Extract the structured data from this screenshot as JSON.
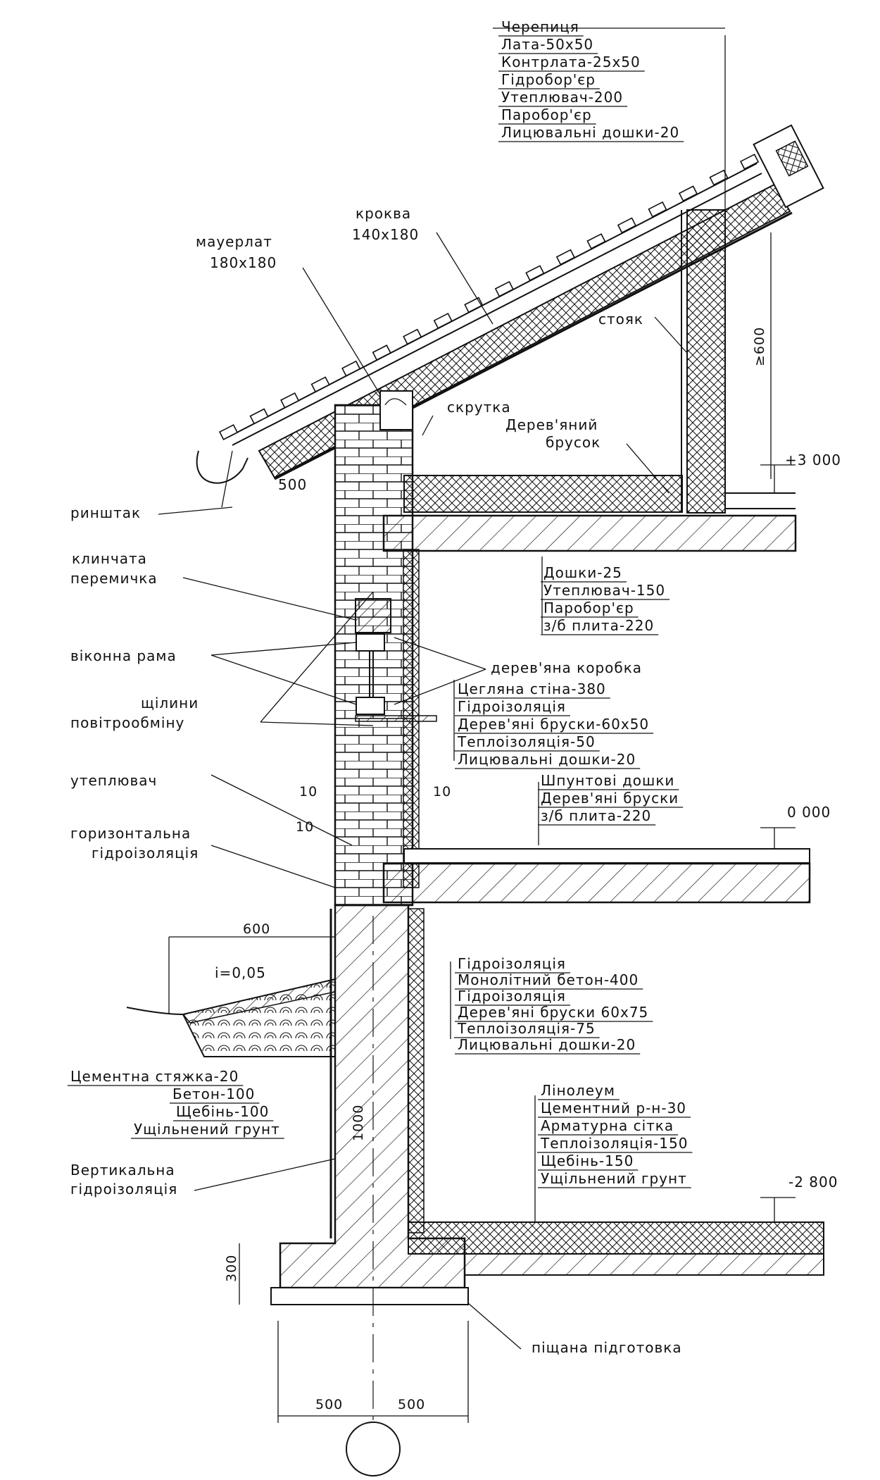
{
  "roof_layers": [
    "Черепиця",
    "Лата-50х50",
    "Контрлата-25х50",
    "Гідробор'єр",
    "Утеплювач-200",
    "Паробор'єр",
    "Лицювальні дошки-20"
  ],
  "rafter": {
    "name": "кроква",
    "size": "140х180"
  },
  "wallplate": {
    "name": "мауерлат",
    "size": "180х180"
  },
  "labels": {
    "stand": "стояк",
    "twist": "скрутка",
    "wood_bar_1": "Дерев'яний",
    "wood_bar_2": "брусок",
    "gutter": "ринштак",
    "wedge_lintel_1": "клинчата",
    "wedge_lintel_2": "перемичка",
    "window_frame": "віконна рама",
    "wood_box": "дерев'яна коробка",
    "air_gaps_1": "щілини",
    "air_gaps_2": "повітрообміну",
    "insulation": "утеплювач",
    "horiz_waterproof_1": "горизонтальна",
    "horiz_waterproof_2": "гідроізоляція",
    "vert_waterproof_1": "Вертикальна",
    "vert_waterproof_2": "гідроізоляція",
    "sand_bed": "піщана підготовка",
    "slope": "і=0,05"
  },
  "attic_floor_layers": [
    "Дошки-25",
    "Утеплювач-150",
    "Паробор'єр",
    "з/б плита-220"
  ],
  "brick_wall_layers": [
    "Цегляна стіна-380",
    "Гідроізоляція",
    "Дерев'яні бруски-60х50",
    "Теплоізоляція-50",
    "Лицювальні дошки-20"
  ],
  "ground_floor_layers": [
    "Шпунтові дошки",
    "Дерев'яні бруски",
    "з/б плита-220"
  ],
  "basement_wall_layers": [
    "Гідроізоляція",
    "Монолітний бетон-400",
    "Гідроізоляція",
    "Дерев'яні бруски 60х75",
    "Теплоізоляція-75",
    "Лицювальні дошки-20"
  ],
  "blind_area_layers": [
    "Цементна стяжка-20",
    "Бетон-100",
    "Щебінь-100",
    "Ущільнений грунт"
  ],
  "basement_floor_layers": [
    "Лінолеум",
    "Цементний р-н-30",
    "Арматурна сітка",
    "Теплоізоляція-150",
    "Щебінь-150",
    "Ущільнений грунт"
  ],
  "dimensions": {
    "eave_overhang": "500",
    "stand_height": "≥600",
    "blind_area": "600",
    "footing_height": "300",
    "footing_left": "500",
    "footing_right": "500",
    "gap_10_left": "10",
    "gap_10_right": "10",
    "gap_10_low": "10",
    "dim_1000": "1000"
  },
  "levels": {
    "attic": "+3 000",
    "ground": "0 000",
    "basement": "-2 800"
  }
}
